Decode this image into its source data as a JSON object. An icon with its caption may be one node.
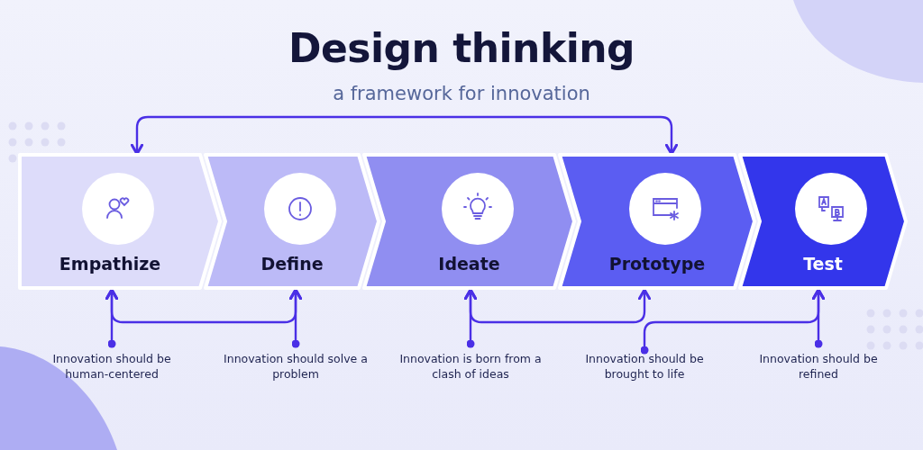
{
  "diagram": {
    "title": "Design thinking",
    "caption": "a framework for innovation",
    "nodes": [
      {
        "text": [
          "Empathize"
        ]
      },
      {
        "text": [
          "Define"
        ]
      },
      {
        "text": [
          "Ideate"
        ]
      },
      {
        "text": [
          "Prototype"
        ]
      },
      {
        "text": [
          "Test"
        ]
      },
      {
        "text": [
          "Innovation should be human-centered"
        ]
      },
      {
        "text": [
          "Innovation should solve a problem"
        ]
      },
      {
        "text": [
          "Innovation is born from a clash of ideas"
        ]
      },
      {
        "text": [
          "Innovation should be brought to life"
        ]
      },
      {
        "text": [
          "Innovation should be refined"
        ]
      }
    ],
    "edges": [
      {
        "from": 0,
        "to": 3,
        "arrow": "both"
      },
      {
        "from": 5,
        "to": 0,
        "arrow": "to"
      },
      {
        "from": 6,
        "to": 1,
        "arrow": "to"
      },
      {
        "from": 0,
        "to": 1,
        "arrow": "both"
      },
      {
        "from": 7,
        "to": 2,
        "arrow": "to"
      },
      {
        "from": 2,
        "to": 3,
        "arrow": "both"
      },
      {
        "from": 8,
        "to": 4,
        "arrow": "to"
      },
      {
        "from": 9,
        "to": 4,
        "arrow": "to"
      }
    ]
  }
}
